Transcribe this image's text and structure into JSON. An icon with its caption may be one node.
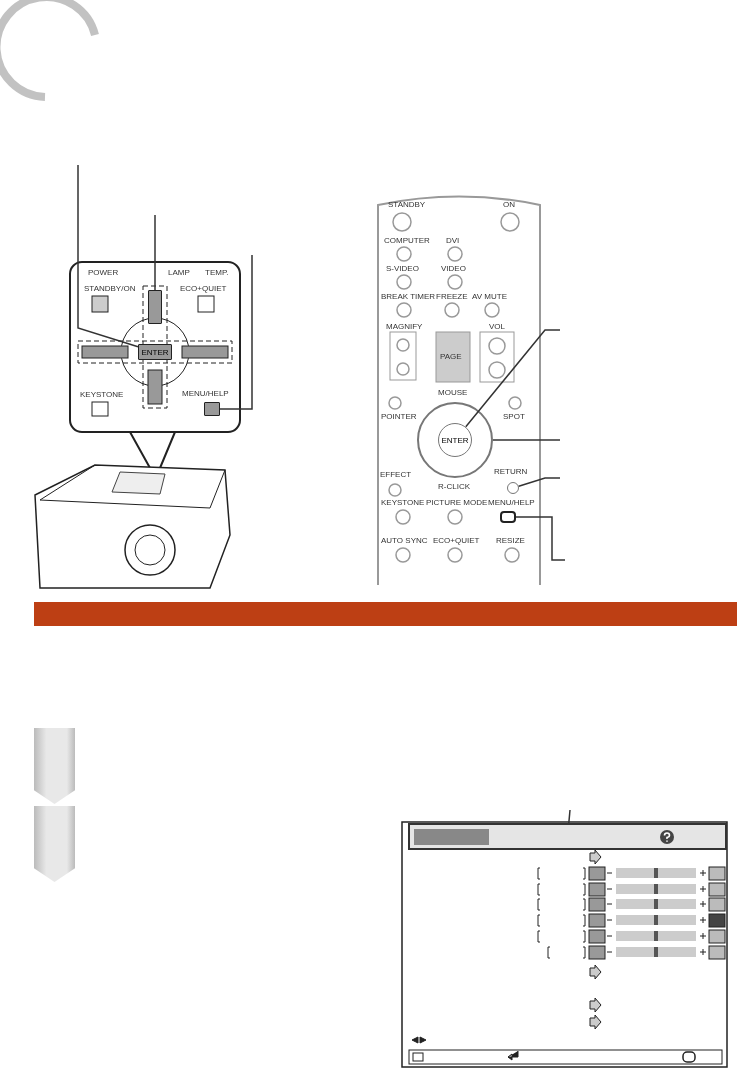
{
  "diagram": {
    "nodes": [
      {
        "text": [
          "ENTER"
        ]
      },
      {
        "text": [],
        "shape": "button"
      },
      {
        "text": [],
        "shape": "button",
        "beside": [
          "MENU/HELP"
        ]
      },
      {
        "text": [],
        "shape": "circle"
      },
      {
        "text": [
          "ENTER"
        ],
        "in": 3
      },
      {
        "text": [],
        "shape": "circle",
        "beside": [
          "RETURN"
        ]
      },
      {
        "text": [],
        "shape": "button",
        "beside": [
          "MENU/HELP"
        ]
      },
      {
        "text": [],
        "shape": "bar"
      },
      {
        "text": [],
        "shape": "bar"
      },
      {
        "text": [],
        "shape": "box"
      },
      {
        "text": [],
        "shape": "box"
      },
      {
        "text": [],
        "shape": "bar",
        "in": 7
      }
    ],
    "edges": [
      {
        "from": null,
        "to": 0,
        "arrow": "none"
      },
      {
        "from": null,
        "to": 1,
        "arrow": "none"
      },
      {
        "from": null,
        "to": 2,
        "arrow": "none"
      },
      {
        "from": null,
        "to": 4,
        "arrow": "none"
      },
      {
        "from": null,
        "to": 3,
        "arrow": "none"
      },
      {
        "from": null,
        "to": 5,
        "arrow": "none"
      },
      {
        "from": null,
        "to": 6,
        "arrow": "none"
      },
      {
        "from": null,
        "to": 7,
        "arrow": "none"
      }
    ],
    "labels": [
      "POWER",
      "LAMP",
      "TEMP.",
      "STANDBY/ON",
      "ECO+QUIET",
      "KEYSTONE",
      "STANDBY",
      "ON",
      "COMPUTER",
      "DVI",
      "S-VIDEO",
      "VIDEO",
      "BREAK TIMER",
      "FREEZE",
      "AV MUTE",
      "MAGNIFY",
      "VOL",
      "PAGE",
      "MOUSE",
      "POINTER",
      "SPOT",
      "EFFECT",
      "R-CLICK",
      "KEYSTONE",
      "PICTURE MODE",
      "AUTO SYNC",
      "ECO+QUIET",
      "RESIZE"
    ]
  }
}
